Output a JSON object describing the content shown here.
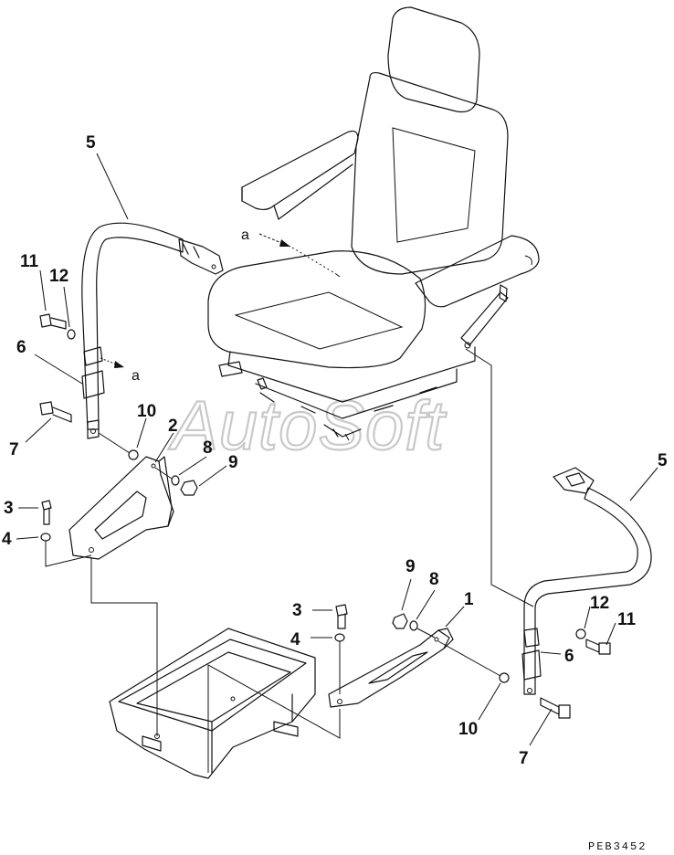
{
  "diagram": {
    "callouts": {
      "c5_left": "5",
      "c11_left": "11",
      "c12_left": "12",
      "c6_left": "6",
      "c7_left": "7",
      "c10_left": "10",
      "c2": "2",
      "c8_left": "8",
      "c9_left": "9",
      "c3_left": "3",
      "c4_left": "4",
      "c9_right": "9",
      "c8_right": "8",
      "c1": "1",
      "c3_right": "3",
      "c4_right": "4",
      "c5_right": "5",
      "c12_right": "12",
      "c11_right": "11",
      "c6_right": "6",
      "c10_right": "10",
      "c7_right": "7"
    },
    "reference_marks": {
      "seat_a": "a",
      "belt_a": "a"
    },
    "watermark": "AutoSoft",
    "drawing_code": "PEB3452"
  }
}
